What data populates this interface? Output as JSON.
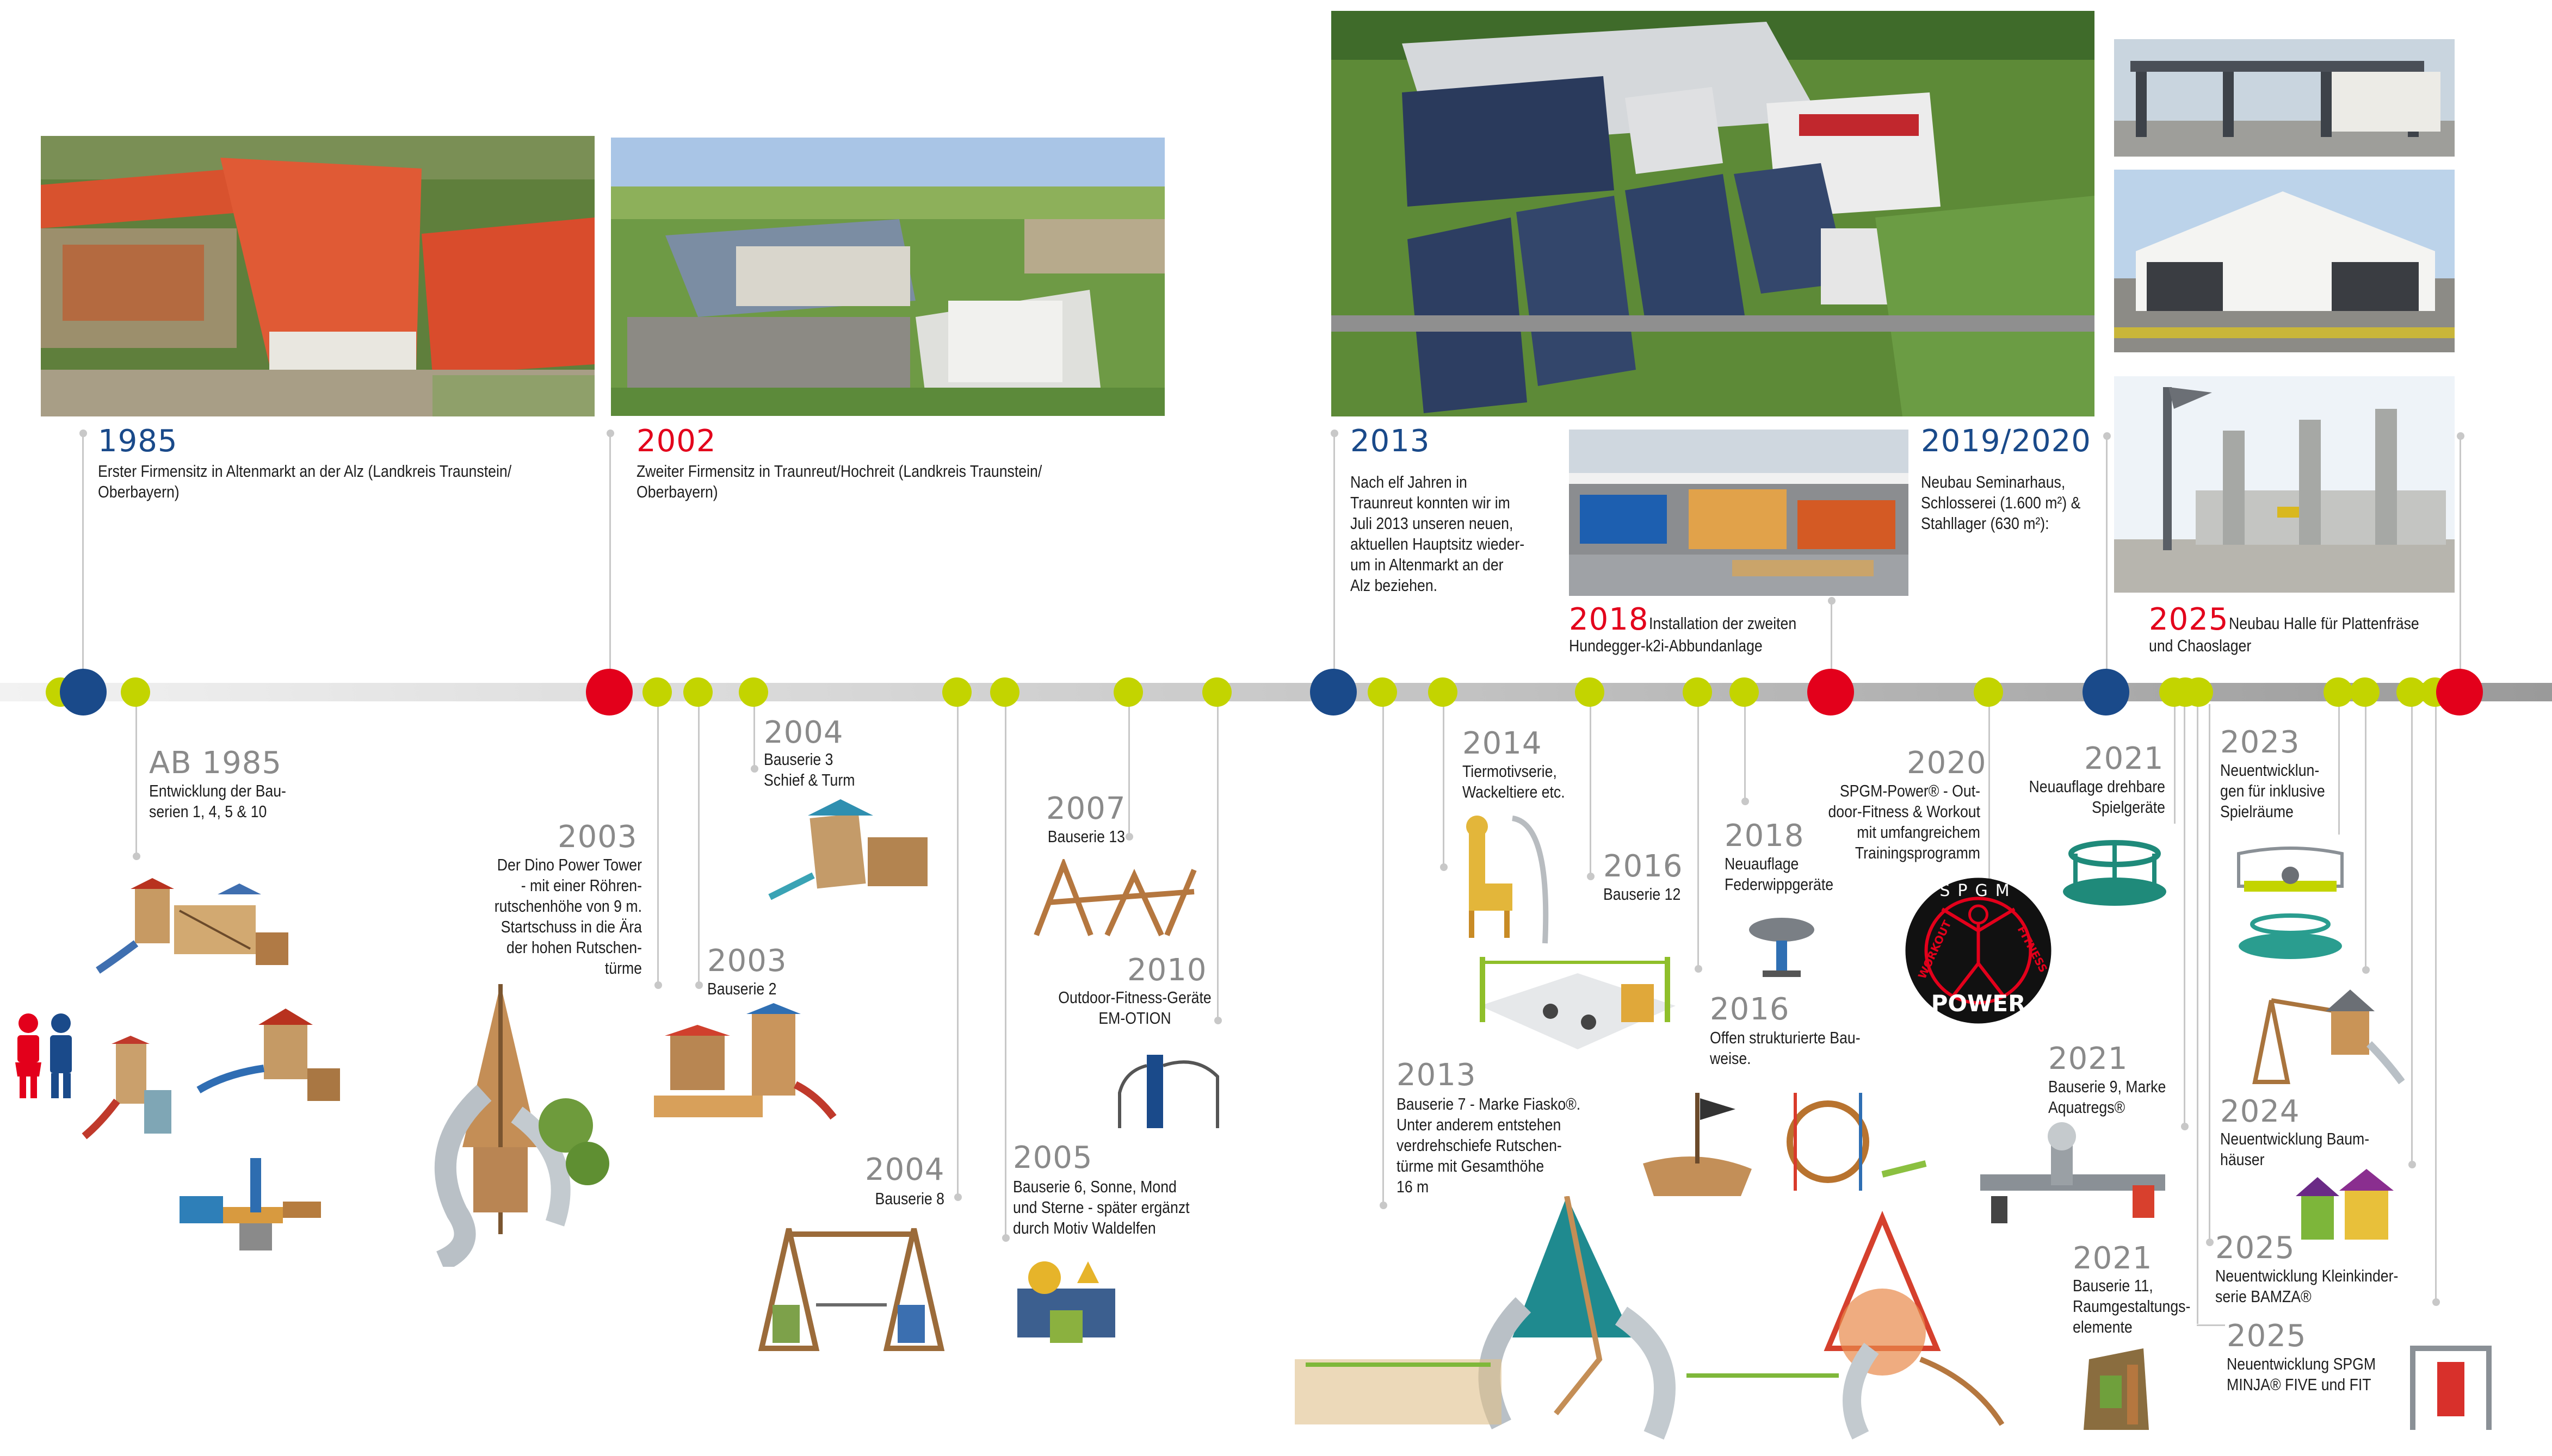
{
  "colors": {
    "blue": "#1a4a8a",
    "red": "#e3001b",
    "lime": "#c3d400",
    "grey_line": "#c8c8c8",
    "grey_year": "#8a8a8a"
  },
  "top_events": [
    {
      "year": "1985",
      "color": "blue",
      "text": "Erster Firmensitz in Altenmarkt an der Alz (Landkreis Traunstein/\nOberbayern)"
    },
    {
      "year": "2002",
      "color": "red",
      "text": "Zweiter Firmensitz in Traunreut/Hochreit (Landkreis Traunstein/\nOberbayern)"
    },
    {
      "year": "2013",
      "color": "blue",
      "text": "Nach elf Jahren in\nTraunreut konnten wir im\nJuli 2013 unseren neuen,\naktuellen Hauptsitz wieder-\num in Altenmarkt an der\nAlz beziehen."
    },
    {
      "year": "2018",
      "color": "red",
      "text": "Installation der zweiten",
      "text2": "Hundegger-k2i-Abbundanlage"
    },
    {
      "year": "2019/2020",
      "color": "blue",
      "text": "Neubau Seminarhaus,\nSchlosserei (1.600 m²) &\nStahllager (630 m²):"
    },
    {
      "year": "2025",
      "color": "red",
      "text": "Neubau Halle für Plattenfräse",
      "text2": "und Chaoslager"
    }
  ],
  "bottom_events": [
    {
      "year": "AB 1985",
      "text": "Entwicklung der Bau-\nserien 1, 4, 5 & 10"
    },
    {
      "year": "2003",
      "text": "Der Dino Power Tower\n- mit einer Röhren-\nrutschenhöhe von 9 m.\nStartschuss in die Ära\nder hohen Rutschen-\ntürme"
    },
    {
      "year": "2003",
      "text": "Bauserie 2"
    },
    {
      "year": "2004",
      "text": "Bauserie 3\nSchief & Turm"
    },
    {
      "year": "2004",
      "text": "Bauserie 8"
    },
    {
      "year": "2005",
      "text": "Bauserie 6, Sonne, Mond\nund Sterne - später ergänzt\ndurch Motiv Waldelfen"
    },
    {
      "year": "2007",
      "text": "Bauserie 13"
    },
    {
      "year": "2010",
      "text": "Outdoor-Fitness-Geräte\nEM-OTION"
    },
    {
      "year": "2013",
      "text": "Bauserie 7 - Marke Fiasko®.\nUnter anderem entstehen\nverdrehschiefe Rutschen-\ntürme mit Gesamthöhe\n16 m"
    },
    {
      "year": "2014",
      "text": "Tiermotivserie,\nWackeltiere etc."
    },
    {
      "year": "2016",
      "text": "Bauserie 12"
    },
    {
      "year": "2016",
      "text": "Offen strukturierte Bau-\nweise."
    },
    {
      "year": "2018",
      "text": "Neuauflage\nFederwippgeräte"
    },
    {
      "year": "2020",
      "text": "SPGM-Power® - Out-\ndoor-Fitness & Workout\nmit umfangreichem\nTrainingsprogramm"
    },
    {
      "year": "2021",
      "text": "Neuauflage drehbare\nSpielgeräte"
    },
    {
      "year": "2021",
      "text": "Bauserie 9, Marke\nAquatregs®"
    },
    {
      "year": "2021",
      "text": "Bauserie 11,\nRaumgestaltungs-\nelemente"
    },
    {
      "year": "2023",
      "text": "Neuentwicklun-\ngen für inklusive\nSpielräume"
    },
    {
      "year": "2024",
      "text": "Neuentwicklung Baum-\nhäuser"
    },
    {
      "year": "2025",
      "text": "Neuentwicklung Kleinkinder-\nserie BAMZA®"
    },
    {
      "year": "2025",
      "text": "Neuentwicklung SPGM\nMINJA® FIVE und FIT"
    }
  ],
  "spgm_logo": {
    "top": "SPGM",
    "left": "WORKOUT",
    "right": "FITNESS",
    "bottom": "POWER"
  }
}
